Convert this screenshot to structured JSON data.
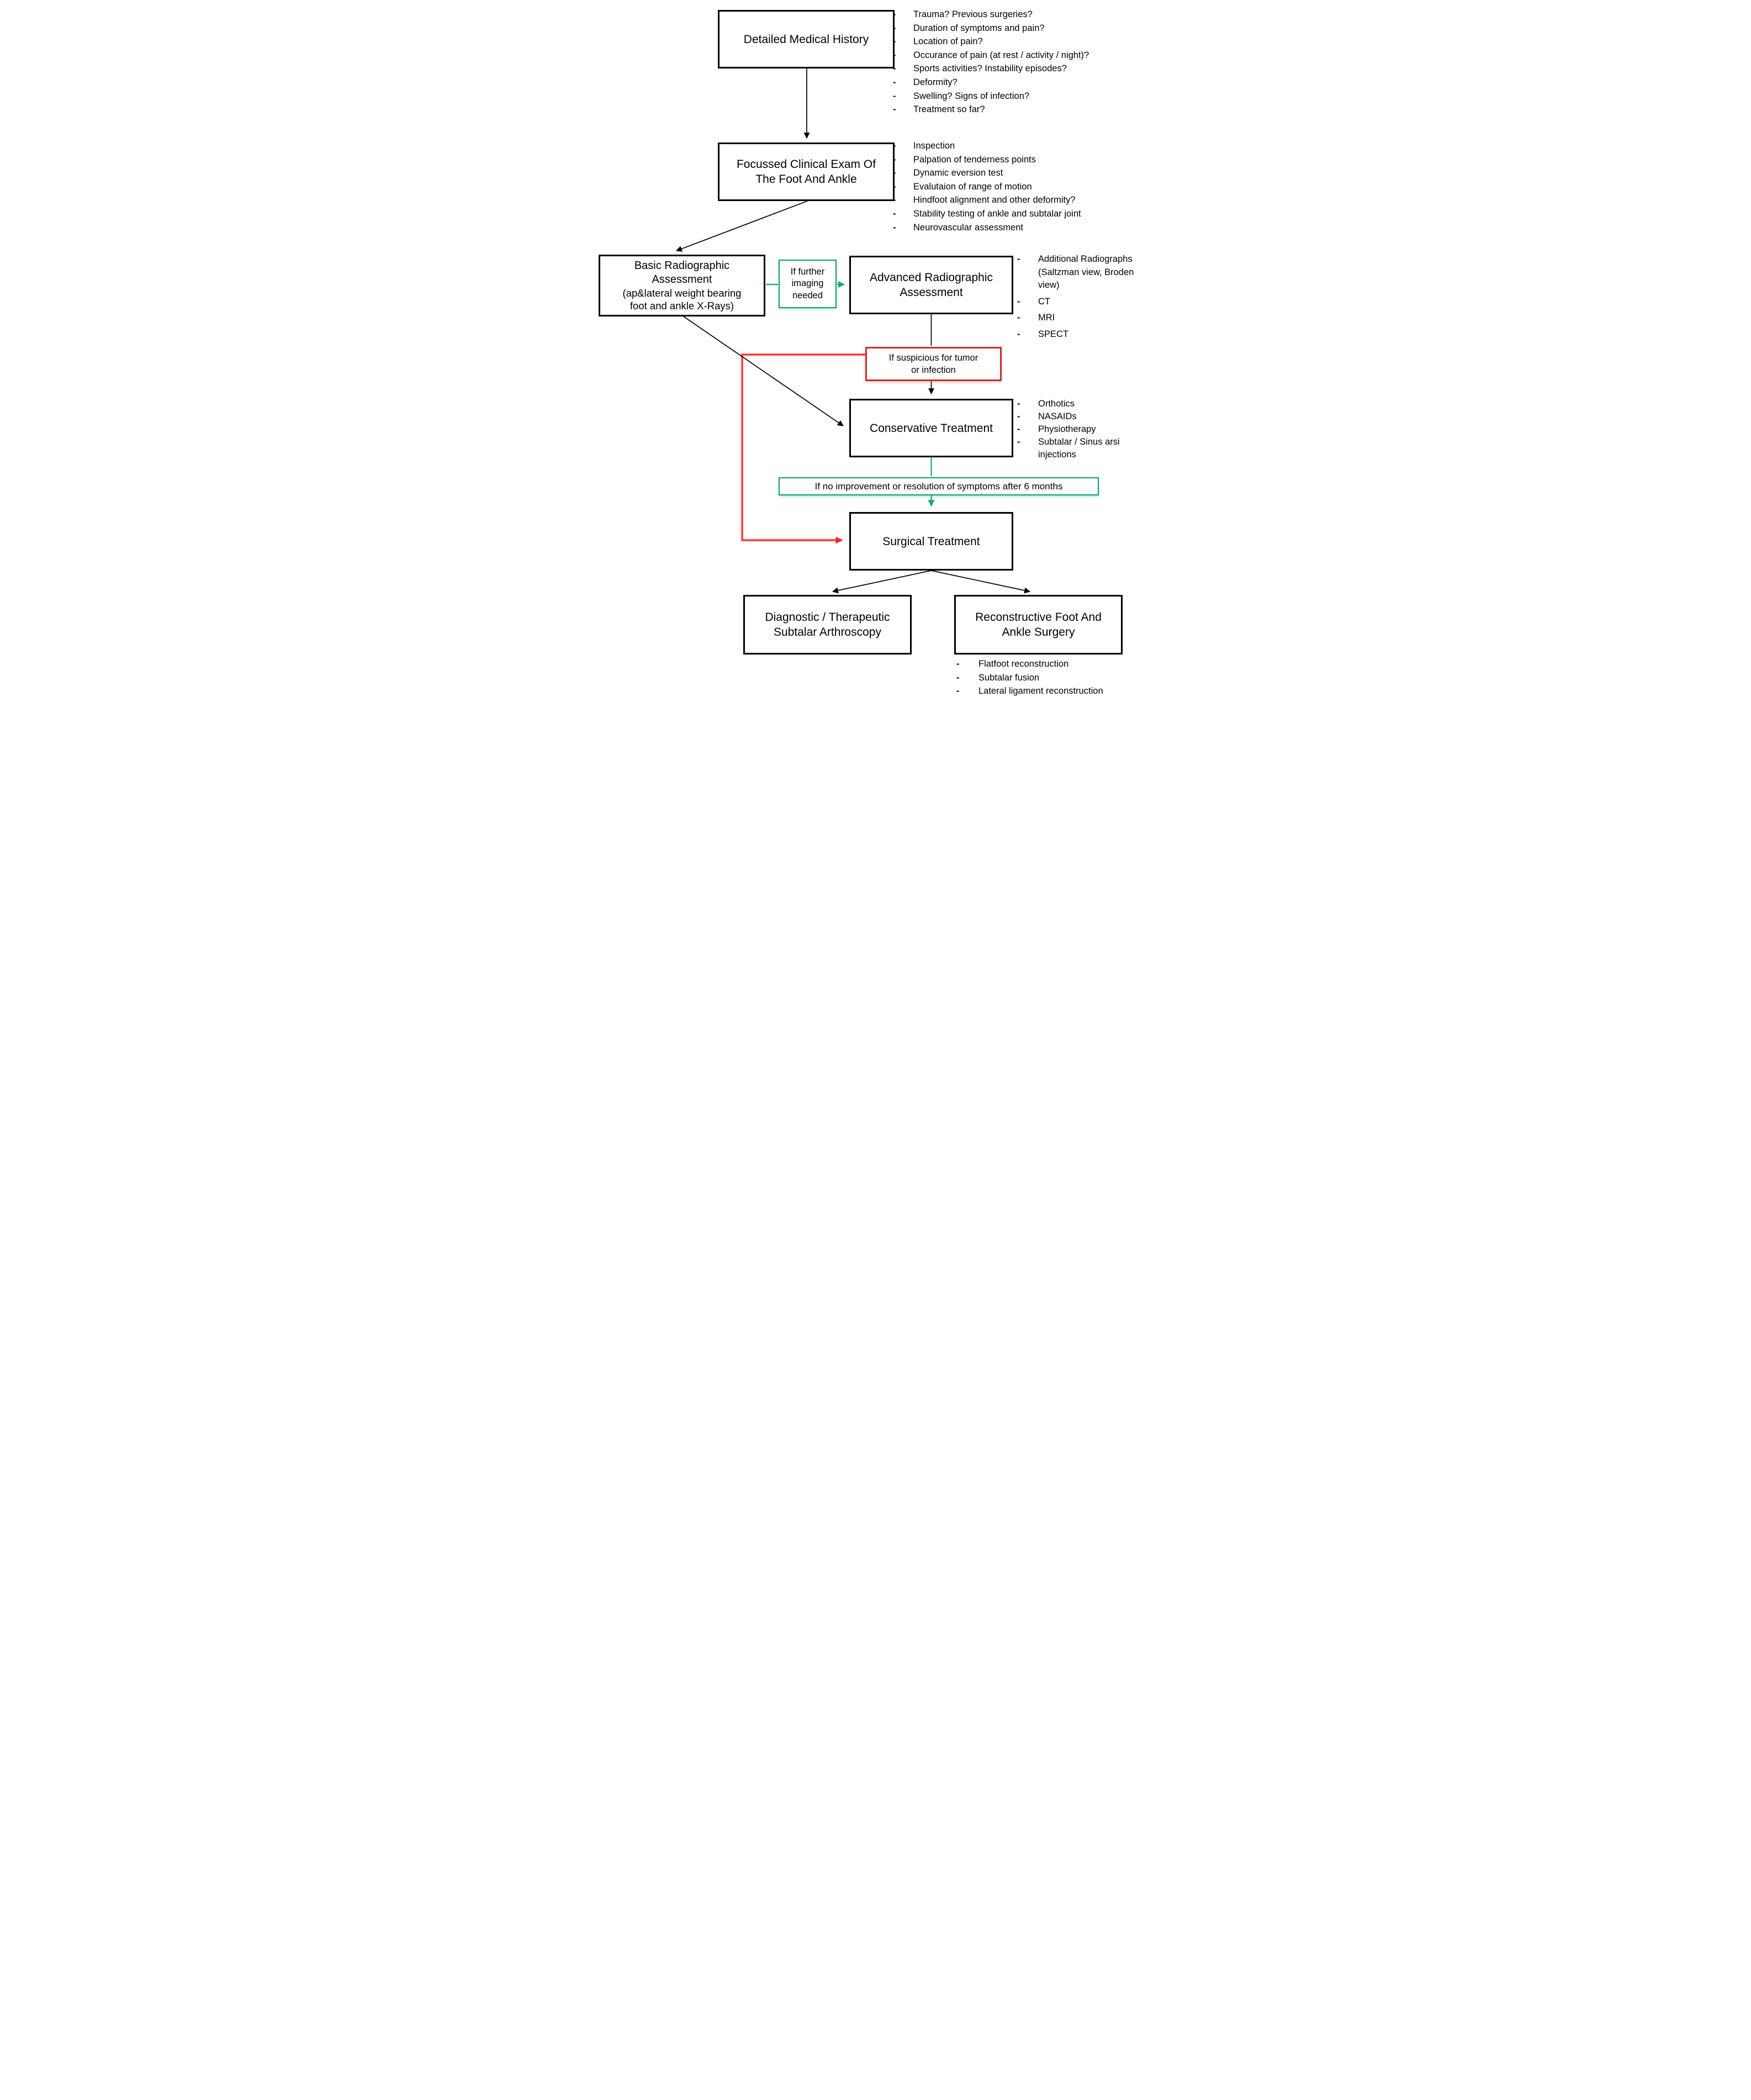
{
  "flowchart": {
    "bullet_marker": "-",
    "colors": {
      "box_border": "#000000",
      "green_box": "#0f9d72",
      "green_line": "#0cb065",
      "red_box": "#c92f2f",
      "red_line": "#ee2626",
      "black_line": "#000000"
    },
    "nodes": {
      "history": {
        "lines": [
          "Detailed Medical History"
        ],
        "bullets": [
          "Trauma? Previous surgeries?",
          "Duration of symptoms and pain?",
          "Location of pain?",
          "Occurance of pain (at rest / activity / night)?",
          "Sports activities? Instability episodes?",
          "Deformity?",
          "Swelling? Signs of infection?",
          "Treatment so far?"
        ]
      },
      "exam": {
        "lines": [
          "Focussed Clinical Exam Of",
          "The Foot And Ankle"
        ],
        "bullets": [
          "Inspection",
          "Palpation of tenderness points",
          "Dynamic eversion test",
          "Evalutaion of range of motion",
          "Hindfoot alignment and other deformity?",
          "Stability testing of ankle and subtalar joint",
          "Neurovascular assessment"
        ]
      },
      "basic": {
        "lines": [
          "Basic Radiographic",
          "Assessment"
        ],
        "sublines": [
          "(ap&lateral weight bearing",
          "foot and ankle X-Rays)"
        ]
      },
      "further_imaging": {
        "lines": [
          "If further",
          "imaging",
          "needed"
        ]
      },
      "advanced": {
        "lines": [
          "Advanced Radiographic",
          "Assessment"
        ],
        "bullets": [
          "Additional Radiographs (Saltzman view, Broden view)",
          "CT",
          "MRI",
          "SPECT"
        ]
      },
      "tumor_infection": {
        "lines": [
          "If suspicious for tumor",
          "or infection"
        ]
      },
      "conservative": {
        "lines": [
          "Conservative Treatment"
        ],
        "bullets": [
          "Orthotics",
          "NASAIDs",
          "Physiotherapy",
          "Subtalar / Sinus arsi injections"
        ]
      },
      "no_improvement": {
        "lines": [
          "If no improvement or resolution of symptoms after 6 months"
        ]
      },
      "surgical": {
        "lines": [
          "Surgical Treatment"
        ]
      },
      "arthroscopy": {
        "lines": [
          "Diagnostic / Therapeutic",
          "Subtalar Arthroscopy"
        ]
      },
      "reconstructive": {
        "lines": [
          "Reconstructive Foot And",
          "Ankle Surgery"
        ],
        "bullets": [
          "Flatfoot reconstruction",
          "Subtalar fusion",
          "Lateral ligament reconstruction"
        ]
      }
    }
  }
}
